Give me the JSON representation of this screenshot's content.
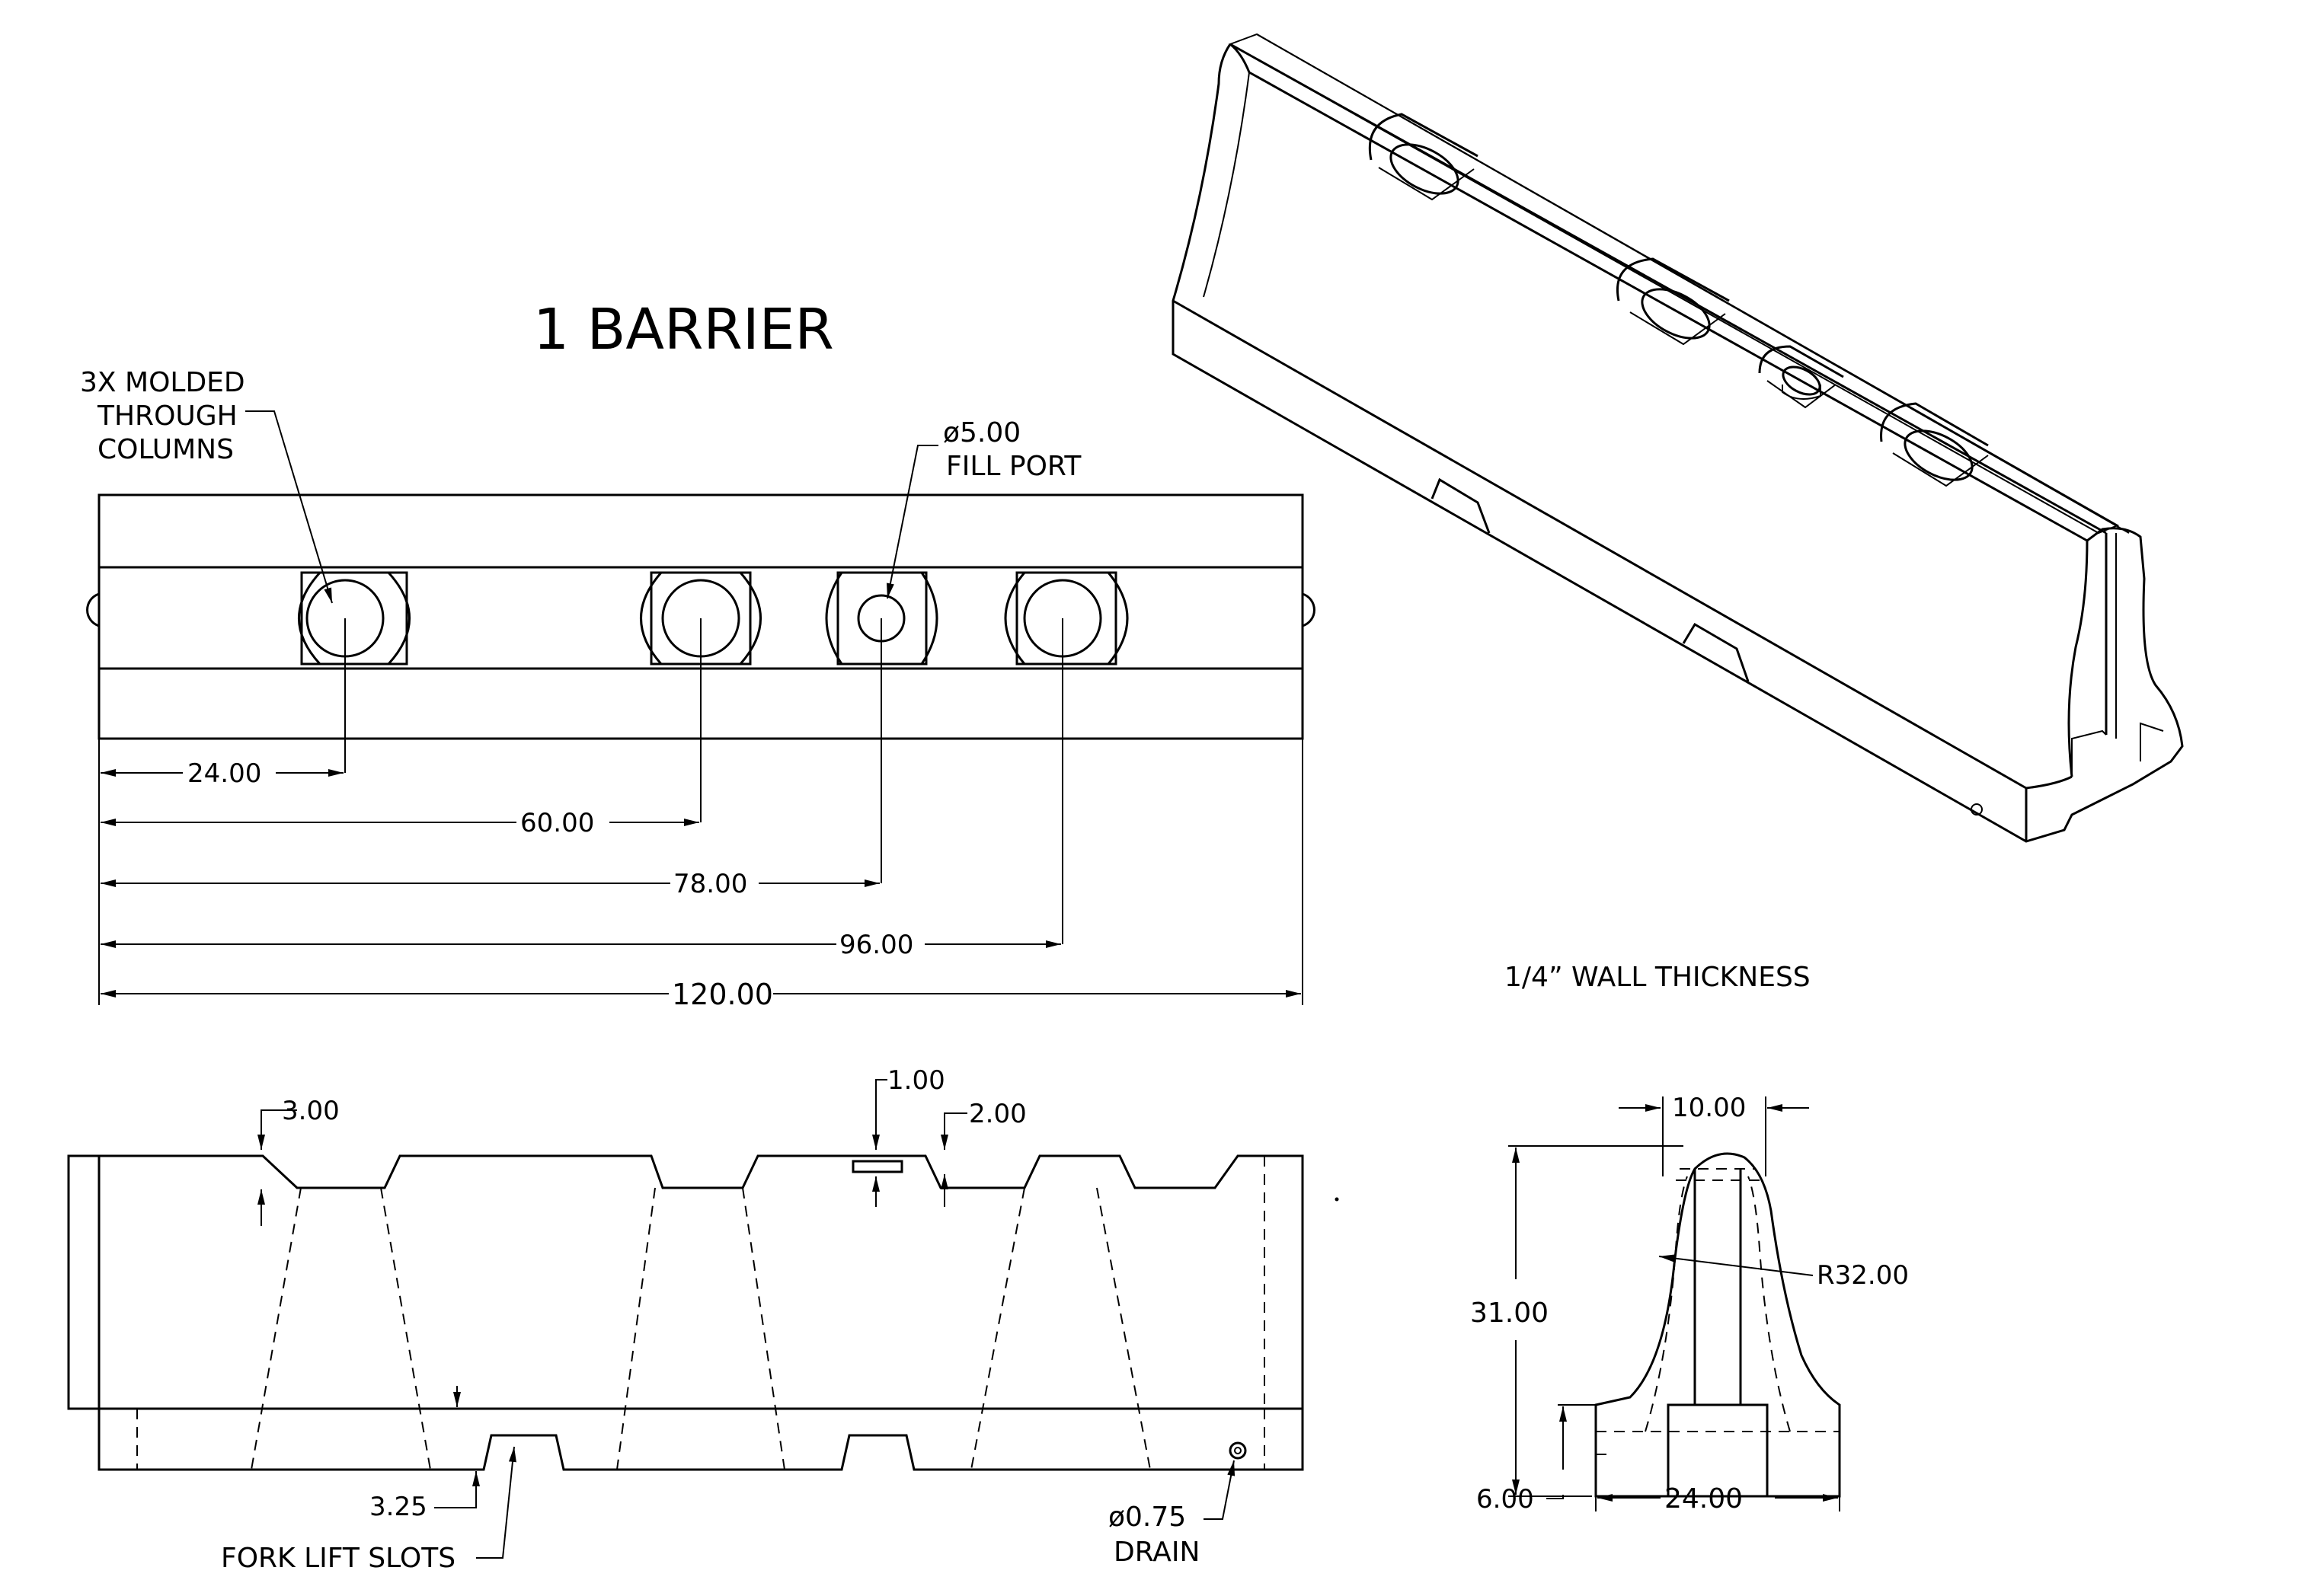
{
  "title": "1  BARRIER",
  "top_view": {
    "callout_columns": [
      "3X MOLDED",
      "THROUGH",
      "COLUMNS"
    ],
    "callout_fill_port": [
      "ø5.00",
      "FILL PORT"
    ],
    "dims": {
      "d24": "24.00",
      "d60": "60.00",
      "d78": "78.00",
      "d96": "96.00",
      "d120": "120.00"
    }
  },
  "front_view": {
    "dims": {
      "d3": "3.00",
      "d1": "1.00",
      "d2": "2.00",
      "d325": "3.25"
    },
    "fork_lift": "FORK LIFT SLOTS",
    "drain": [
      "ø0.75",
      "DRAIN"
    ]
  },
  "side_view": {
    "dims": {
      "d10": "10.00",
      "r32": "R32.00",
      "d31": "31.00",
      "d6": "6.00",
      "d24": "24.00"
    }
  },
  "wall_note": "1/4” WALL THICKNESS"
}
